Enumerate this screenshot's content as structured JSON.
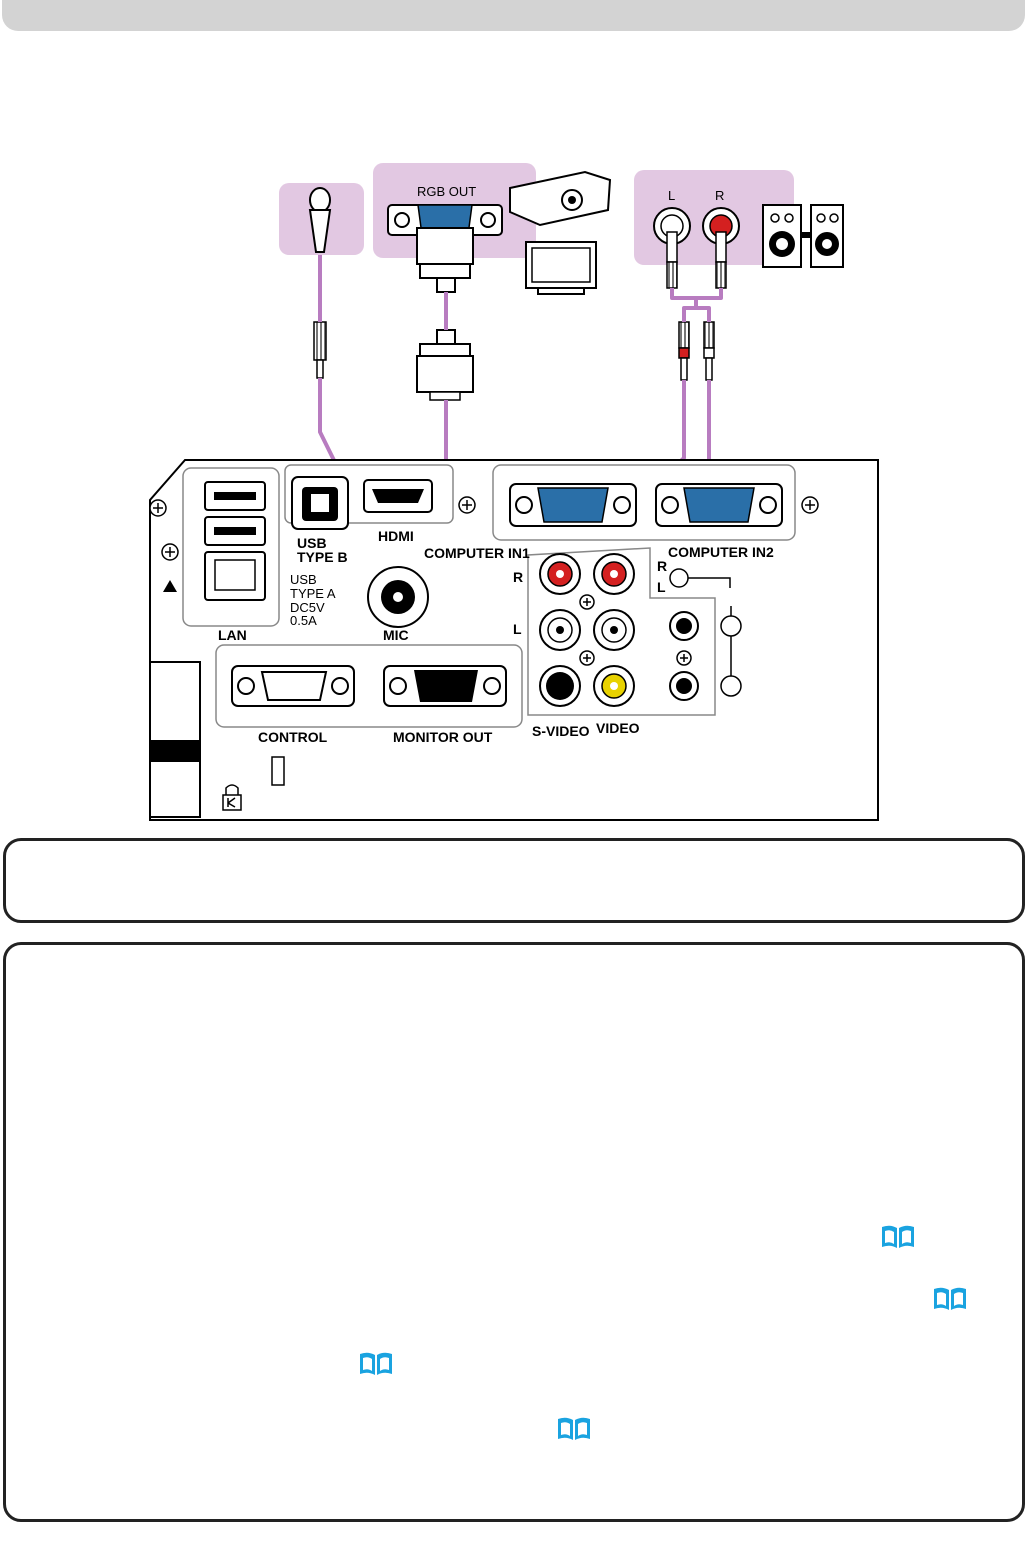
{
  "labels": {
    "rgb_out": "RGB OUT",
    "audio_l": "L",
    "audio_r": "R",
    "lan": "LAN",
    "usb_type_b_line1": "USB",
    "usb_type_b_line2": "TYPE B",
    "hdmi": "HDMI",
    "usb_type_a_line1": "USB",
    "usb_type_a_line2": "TYPE A",
    "usb_type_a_line3": "DC5V",
    "usb_type_a_line4": "0.5A",
    "mic": "MIC",
    "computer_in1": "COMPUTER IN1",
    "computer_in2": "COMPUTER IN2",
    "panel_r": "R",
    "panel_l": "L",
    "audio_out_r": "R",
    "audio_out_l": "L",
    "control": "CONTROL",
    "monitor_out": "MONITOR OUT",
    "s_video": "S-VIDEO",
    "video": "VIDEO"
  },
  "icons": {
    "microphone": "microphone-icon",
    "projector": "projector-icon",
    "monitor": "monitor-icon",
    "speakers": "speakers-icon",
    "book_reference": "book-icon",
    "kensington_lock": "lock-icon"
  },
  "colors": {
    "cable": "#b87cc0",
    "highlight_bg": "#e2c8e2",
    "reference_icon": "#1aa3e0",
    "connector_blue": "#2a6fa8",
    "rca_red": "#d42020",
    "rca_yellow": "#e8d200",
    "header_bar": "#d3d3d3"
  }
}
